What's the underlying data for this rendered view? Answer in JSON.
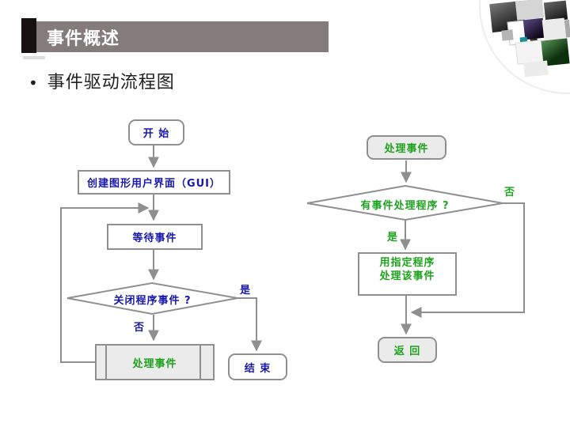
{
  "slide": {
    "title": "事件概述",
    "bullet_glyph": "•",
    "bullet_text": "事件驱动流程图"
  },
  "flowchart": {
    "start": "开 始",
    "process_event_top": "处理事件",
    "create_gui": "创建图形用户界面（GUI）",
    "has_handler_question": "有事件处理程序 ?",
    "label_no_right": "否",
    "label_yes_right": "是",
    "wait_event": "等待事件",
    "specified_handler_line1": "用指定程序",
    "specified_handler_line2": "处理该事件",
    "close_event_question": "关闭程序事件 ?",
    "label_yes_left": "是",
    "label_no_left": "否",
    "process_event_bottom": "处理事件",
    "end": "结 束",
    "return": "返 回"
  },
  "colors": {
    "accent_blue": "#1717ad",
    "accent_green": "#1fa31f",
    "connector_gray": "#8f8f8f",
    "title_bar_gray": "#847b7b",
    "node_fill_gray": "#ebebeb"
  }
}
